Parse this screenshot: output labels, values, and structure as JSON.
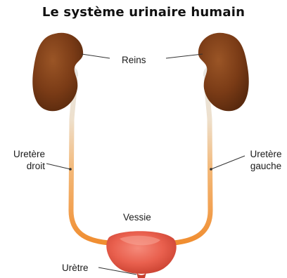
{
  "diagram": {
    "title": "Le système urinaire humain",
    "labels": {
      "reins": "Reins",
      "uretere_droit": [
        "Uretère",
        "droit"
      ],
      "uretere_gauche": [
        "Uretère",
        "gauche"
      ],
      "vessie": "Vessie",
      "uretre": "Urètre"
    },
    "colors": {
      "kidney": "#7a3b16",
      "ureter_top": "#e8e4df",
      "ureter_bottom": "#f08c2e",
      "bladder": "#e9604e",
      "leader_line": "#333333"
    }
  }
}
